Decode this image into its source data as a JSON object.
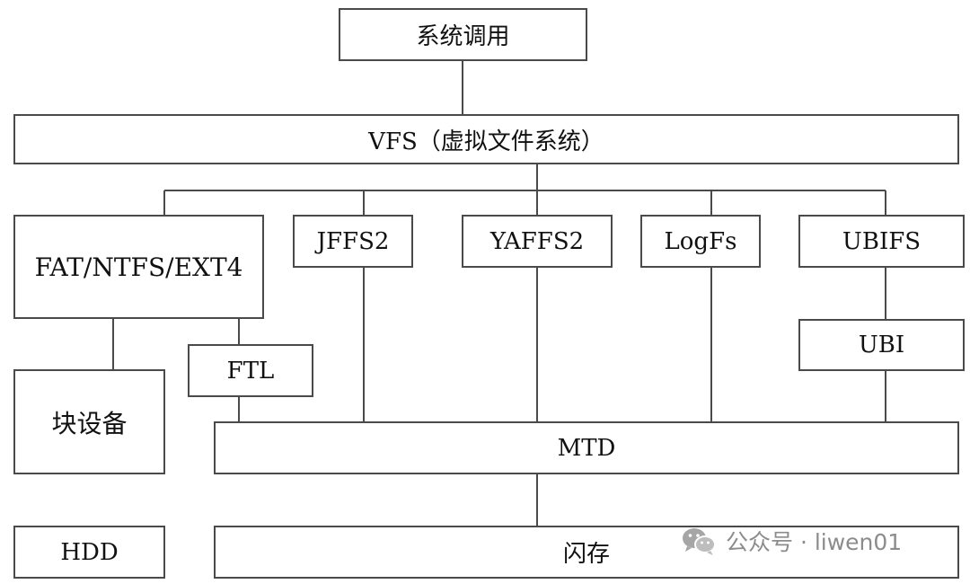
{
  "diagram": {
    "nodes": {
      "syscall": "系统调用",
      "vfs": "VFS（虚拟文件系统）",
      "fat": "FAT/NTFS/EXT4",
      "jffs2": "JFFS2",
      "yaffs2": "YAFFS2",
      "logfs": "LogFs",
      "ubifs": "UBIFS",
      "ubi": "UBI",
      "ftl": "FTL",
      "block": "块设备",
      "mtd": "MTD",
      "hdd": "HDD",
      "flash": "闪存"
    }
  },
  "watermark": {
    "text": "公众号 · liwen01",
    "icon": "wechat-icon"
  },
  "colors": {
    "line": "#4a4a4a",
    "text": "#111111",
    "watermark": "#8c8c8c"
  }
}
